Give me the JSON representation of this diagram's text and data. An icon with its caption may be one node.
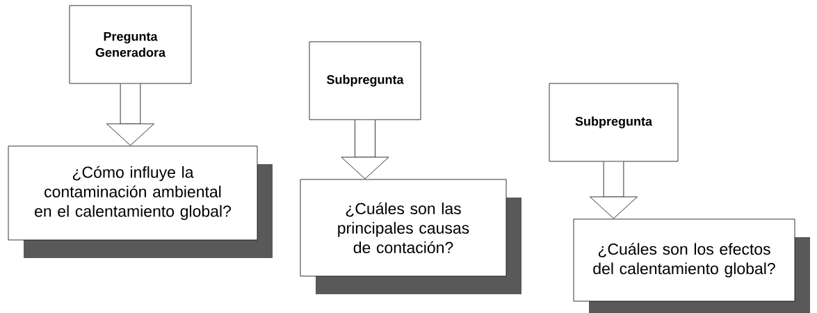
{
  "diagram": {
    "nodes": [
      {
        "text": [
          "Pregunta Generadora"
        ]
      },
      {
        "text": [
          "¿Cómo influye la contaminación ambiental en el calentamiento global?"
        ]
      },
      {
        "text": [
          "Subpregunta"
        ]
      },
      {
        "text": [
          "¿Cuáles son las principales causas de contación?"
        ]
      },
      {
        "text": [
          "Subpregunta"
        ]
      },
      {
        "text": [
          "¿Cuáles son los efectos del calentamiento global?"
        ]
      }
    ],
    "edges": [
      {
        "from": 0,
        "to": 1,
        "arrow": "to"
      },
      {
        "from": 2,
        "to": 3,
        "arrow": "to"
      },
      {
        "from": 4,
        "to": 5,
        "arrow": "to"
      }
    ]
  }
}
